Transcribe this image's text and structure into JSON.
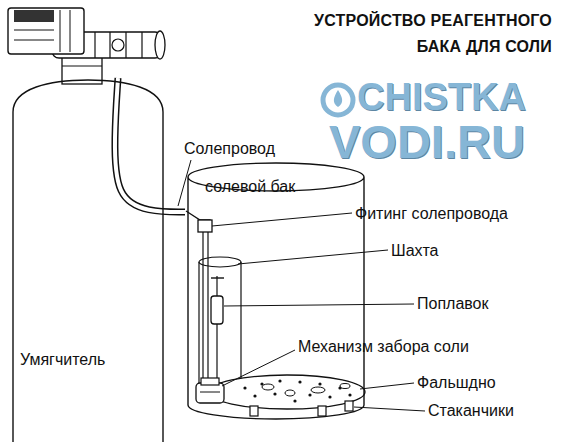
{
  "diagram": {
    "title": "УСТРОЙСТВО РЕАГЕНТНОГО БАКА ДЛЯ СОЛИ",
    "nodes": [
      {
        "text": [
          "Умягчитель"
        ]
      },
      {
        "text": [
          "солевой бак"
        ]
      }
    ],
    "edges": [
      {
        "from": 0,
        "to": 1,
        "arrow": "none",
        "label": "Солепровод"
      }
    ],
    "labels": [
      "CHISTKA",
      "VODI.RU",
      "Фитинг солепровода",
      "Шахта",
      "Поплавок",
      "Механизм забора соли",
      "Фальшдно",
      "Стаканчики"
    ]
  }
}
